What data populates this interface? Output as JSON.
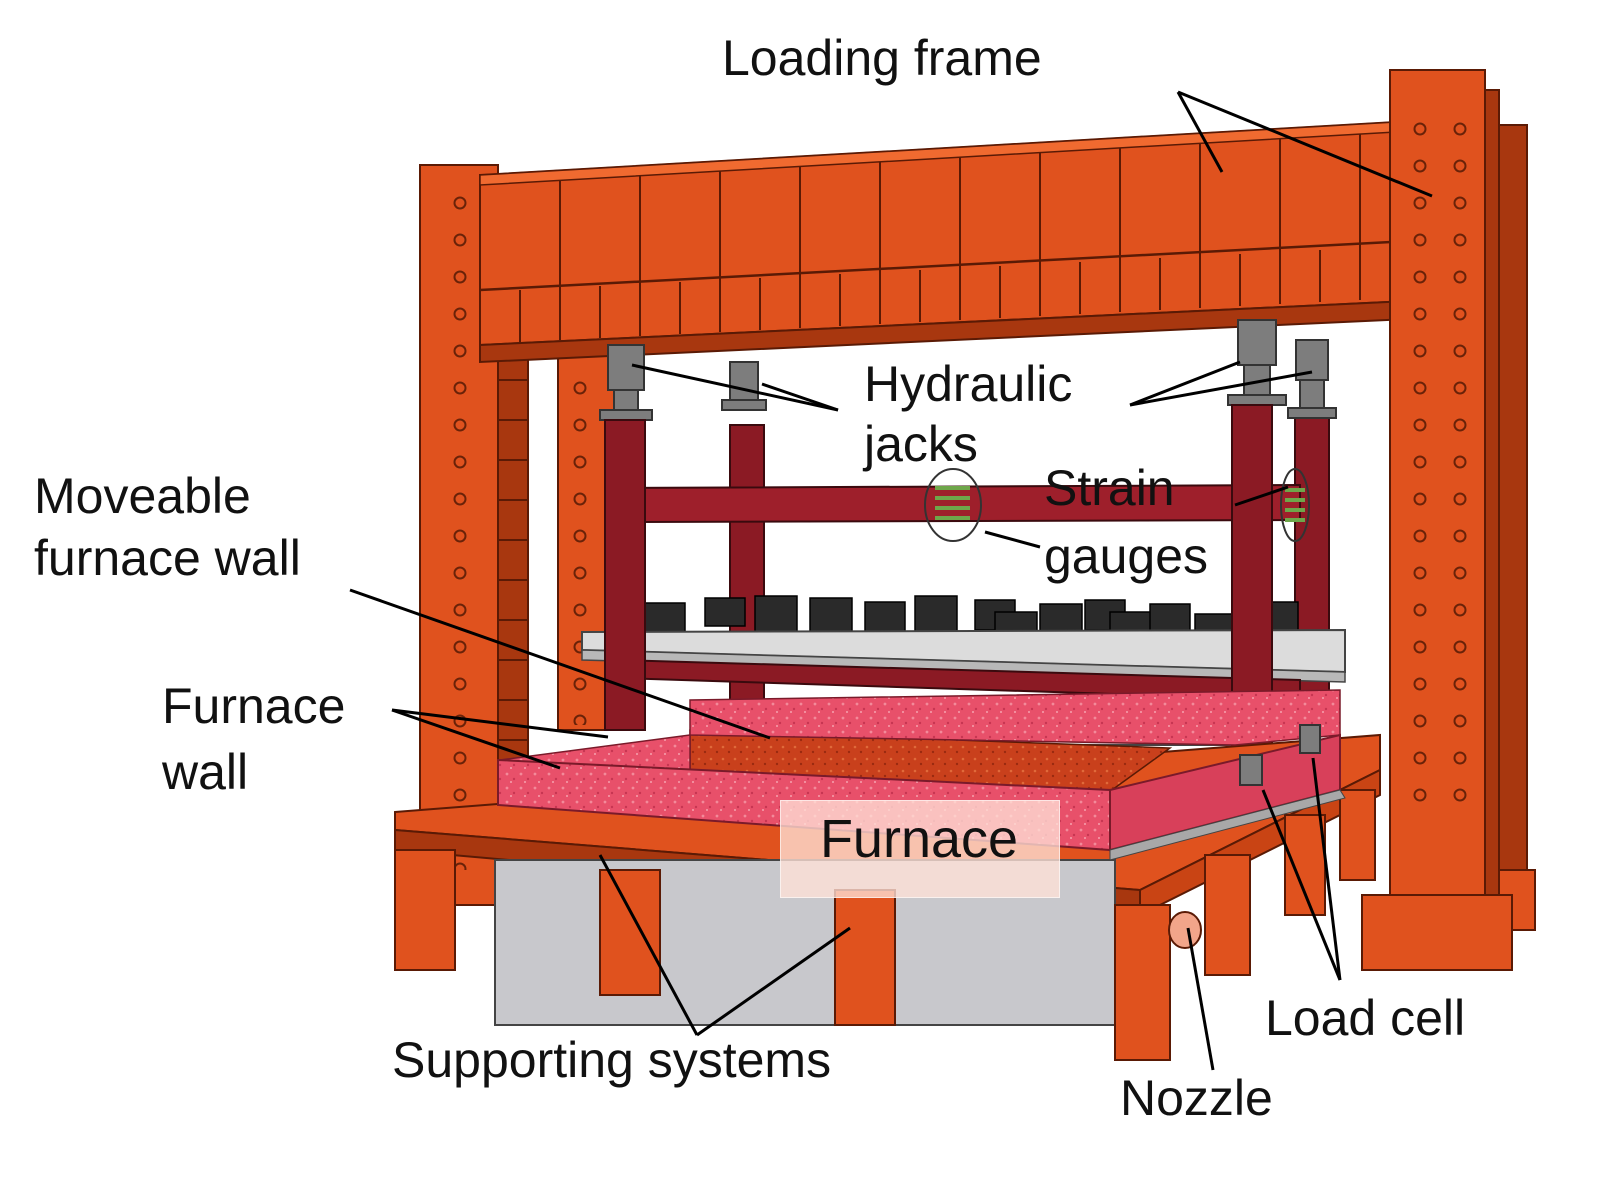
{
  "labels": {
    "loading_frame": "Loading frame",
    "hydraulic_jacks_1": "Hydraulic",
    "hydraulic_jacks_2": "jacks",
    "strain_gauges_1": "Strain",
    "strain_gauges_2": "gauges",
    "moveable_wall_1": "Moveable",
    "moveable_wall_2": "furnace wall",
    "furnace_wall_1": "Furnace",
    "furnace_wall_2": "wall",
    "furnace": "Furnace",
    "supporting_systems": "Supporting systems",
    "load_cell": "Load cell",
    "nozzle": "Nozzle"
  },
  "colors": {
    "frame_orange": "#e0521e",
    "frame_dark": "#a8370f",
    "loading_red": "#8b1a24",
    "furnace_pink": "#e8506a",
    "moveable_wall": "#c9401c",
    "jack_gray": "#7d7d7d",
    "weights": "#2a2a2a",
    "plate": "#dcdcdc",
    "support_gray": "#c8c8cc",
    "gauge_green": "#6ea64a"
  }
}
